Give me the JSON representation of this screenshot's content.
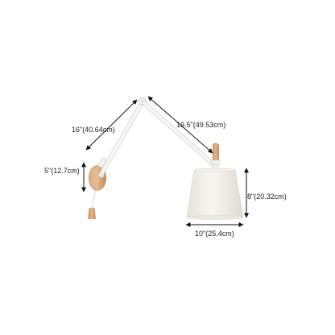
{
  "dimensions": {
    "arm_lower": "16\"(40.64cm)",
    "arm_upper": "19.5\"(49.53cm)",
    "base_height": "5\"(12.7cm)",
    "shade_height": "8\"(20.32cm)",
    "shade_width": "10\"(25.4cm)"
  },
  "colors": {
    "background": "#ffffff",
    "arm": "#f4f4f4",
    "arm_edge": "#cfcfcf",
    "wood": "#d9a878",
    "wood_dark": "#b98456",
    "shade": "#f1efe8",
    "shade_shadow": "#dcd8cc",
    "dimension_line": "#111111"
  }
}
